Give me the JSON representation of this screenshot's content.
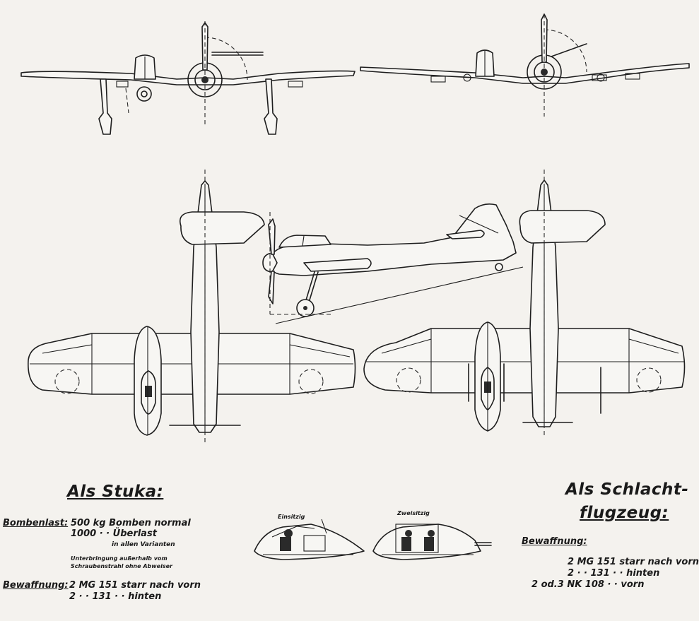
{
  "left_panel": {
    "heading": "Als Stuka:",
    "bomb_label": "Bombenlast:",
    "bomb_line1": "500 kg Bomben  normal",
    "bomb_line2": "1000  ·      ·      Überlast",
    "bomb_line3": "in allen Varianten",
    "bomb_note1": "Unterbringung außerhalb vom",
    "bomb_note2": "Schraubenstrahl ohne Abweiser",
    "arm_label": "Bewaffnung:",
    "arm_line1": "2 MG  151   starr nach vorn",
    "arm_line2": "2  · ·  131      ·        ·     hinten"
  },
  "middle": {
    "caption_single": "Einsitzig",
    "caption_double": "Zweisitzig"
  },
  "right_panel": {
    "heading_line1": "Als  Schlacht-",
    "heading_line2": "flugzeug:",
    "arm_label": "Bewaffnung:",
    "arm_line1": "2 MG  151  starr nach vorn",
    "arm_line2": "2  · ·   131      ·        ·     hinten",
    "arm_line3": "2 od.3 NK  108      ·        ·     vorn"
  }
}
